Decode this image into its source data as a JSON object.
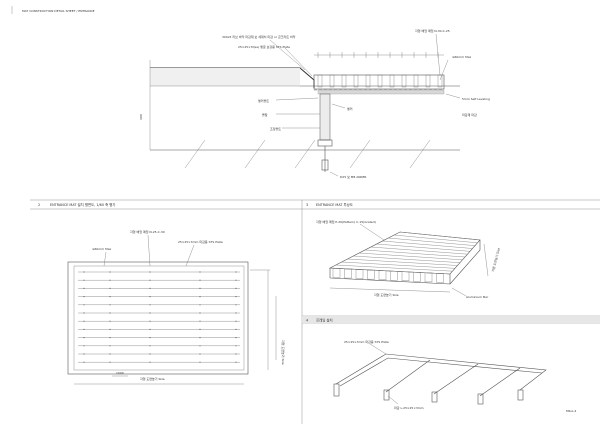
{
  "header": {
    "text": "MAT CONSTRUCTION DETAIL SHEET / ENTRANCE"
  },
  "top_section": {
    "note_top_1": "300x5 리브 바닥 마감재 보 세워치 마감 or 콘크리트 바닥",
    "note_top_2": "25×25×3t(ss) 앵글 보강용 STS Plate",
    "note_top_3": "각형 배럴 매입 N-30-C-25",
    "note_top_right": "≤60mm Max",
    "label_mid_right": "5mm Self Leveling",
    "label_right_2": "마감재 마감",
    "label_left_1": "앵커볼트",
    "label_left_2": "몰탈",
    "label_left_3": "조정볼트",
    "label_center": "앵커",
    "label_bottom": "D25 보 M8 ANKER",
    "dim_left": "400"
  },
  "section_2": {
    "number": "2",
    "title": "ENTRANCE MAT 설치 평면도, 1/60 축 평가",
    "label_top": "각형 배럴 매입 N-25-C-30",
    "label_top_2": "25×25×3mm 마감용 STS Plate",
    "label_left": "≤60mm Max",
    "dim_bottom": "1000",
    "dim_bottom_label": "각형 도면높기 Size",
    "dim_right": "각형 도면높기 Size"
  },
  "section_3": {
    "number": "3",
    "title": "ENTRANCE MAT 투상도",
    "label_top": "각형 배럴 매입 P-20(Pattern)    C-15(Grated)",
    "label_right": "각형 도면높기 Size",
    "label_bottom": "각형 도면높기 Size",
    "label_right_2": "Aluminium Bar"
  },
  "section_4": {
    "number": "4",
    "title": "프레임 설치",
    "label_top": "25×25×3mm 마감용 STS Plate",
    "label_bottom": "마감 L-25×25×3mm"
  },
  "footer": {
    "sheet_no": "MK-A-4"
  }
}
